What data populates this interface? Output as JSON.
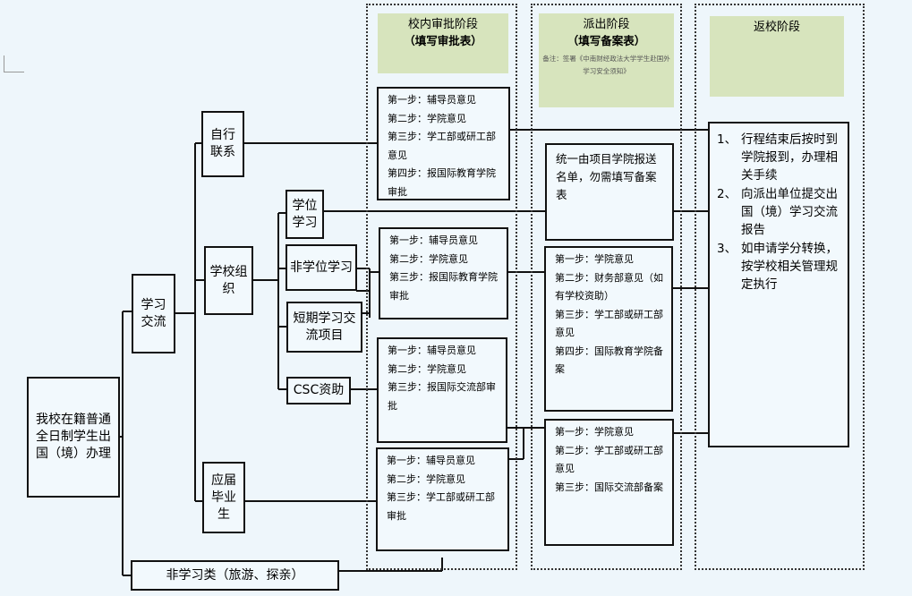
{
  "phases": {
    "internal": {
      "title": "校内审批阶段",
      "subtitle": "（填写审批表）"
    },
    "dispatch": {
      "title": "派出阶段",
      "subtitle": "（填写备案表）",
      "note": "备注：签署《中南财经政法大学学生赴国外学习安全须知》"
    },
    "return": {
      "title": "返校阶段"
    }
  },
  "nodes": {
    "root": "我校在籍普通全日制学生出国（境）办理",
    "study_exchange": "学习交流",
    "non_study": "非学习类（旅游、探亲）",
    "self_contact": "自行联系",
    "school_org": "学校组织",
    "graduate": "应届毕业生",
    "degree": "学位学习",
    "non_degree": "非学位学习",
    "short_term": "短期学习交流项目",
    "csc": "CSC资助"
  },
  "internal_boxes": {
    "self_contact": [
      "第一步：辅导员意见",
      "第二步：学院意见",
      "第三步：学工部或研工部意见",
      "第四步：报国际教育学院审批"
    ],
    "school_org": [
      "第一步：辅导员意见",
      "第二步：学院意见",
      "第三步：报国际教育学院审批"
    ],
    "csc": [
      "第一步：辅导员意见",
      "第二步：学院意见",
      "第三步：报国际交流部审批"
    ],
    "graduate": [
      "第一步：辅导员意见",
      "第二步：学院意见",
      "第三步：学工部或研工部审批"
    ]
  },
  "dispatch_boxes": {
    "degree": "统一由项目学院报送名单，勿需填写备案表",
    "school_org": [
      "第一步：学院意见",
      "第二步：财务部意见（如有学校资助）",
      "第三步：学工部或研工部意见",
      "第四步：国际教育学院备案"
    ],
    "csc_graduate": [
      "第一步：学院意见",
      "第二步：学工部或研工部意见",
      "第三步：国际交流部备案"
    ]
  },
  "return_items": [
    {
      "num": "1、",
      "text": "行程结束后按时到学院报到，办理相关手续"
    },
    {
      "num": "2、",
      "text": "向派出单位提交出国（境）学习交流报告"
    },
    {
      "num": "3、",
      "text": "如申请学分转换，按学校相关管理规定执行"
    }
  ]
}
